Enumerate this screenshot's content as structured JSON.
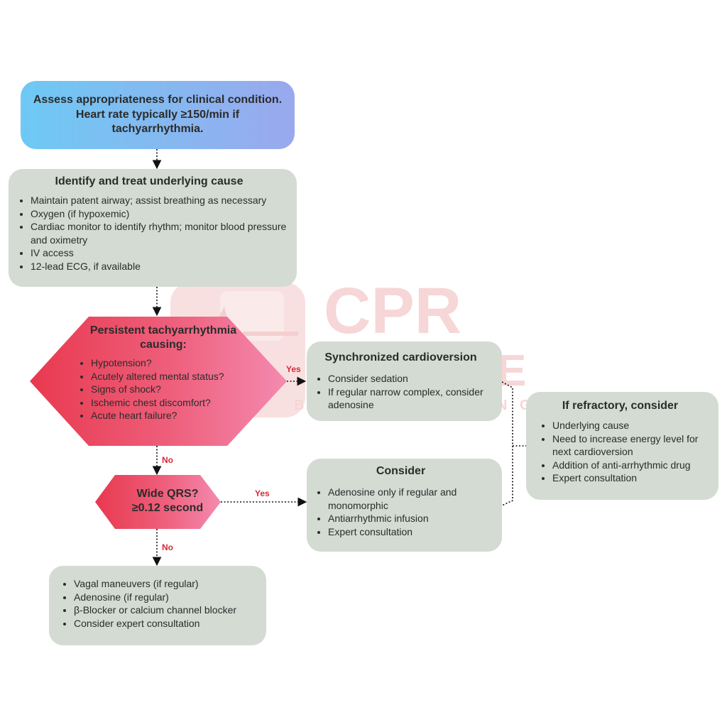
{
  "watermark": {
    "line1": "CPR",
    "line2": "E",
    "line3": "B",
    "line4": "N G"
  },
  "assess": {
    "text": "Assess appropriateness for clinical condition. Heart rate typically ≥150/min if tachyarrhythmia."
  },
  "identify": {
    "title": "Identify and treat underlying cause",
    "items": [
      "Maintain patent airway; assist breathing as necessary",
      "Oxygen (if hypoxemic)",
      "Cardiac monitor to identify rhythm; monitor blood pressure and oximetry",
      "IV access",
      "12-lead ECG, if available"
    ]
  },
  "persistent": {
    "title": "Persistent tachyarrhythmia causing:",
    "items": [
      "Hypotension?",
      "Acutely altered mental status?",
      "Signs of shock?",
      "Ischemic chest discomfort?",
      "Acute heart failure?"
    ]
  },
  "wide_qrs": {
    "line1": "Wide QRS?",
    "line2": "≥0.12 second"
  },
  "sync": {
    "title": "Synchronized cardioversion",
    "items": [
      "Consider sedation",
      "If regular narrow complex, consider adenosine"
    ]
  },
  "consider": {
    "title": "Consider",
    "items": [
      "Adenosine only if regular and monomorphic",
      "Antiarrhythmic infusion",
      "Expert consultation"
    ]
  },
  "refractory": {
    "title": "If refractory, consider",
    "items": [
      "Underlying cause",
      "Need to increase energy level for next cardioversion",
      "Addition of anti-arrhythmic drug",
      "Expert consultation"
    ]
  },
  "final": {
    "items": [
      "Vagal maneuvers (if regular)",
      "Adenosine (if regular)",
      "β-Blocker or calcium channel blocker",
      "Consider expert consultation"
    ]
  },
  "labels": {
    "yes": "Yes",
    "no": "No"
  },
  "colors": {
    "diamond_left": "#e8394f",
    "diamond_right": "#f48ab0",
    "box": "#d3dbd3",
    "label": "#d62839"
  }
}
